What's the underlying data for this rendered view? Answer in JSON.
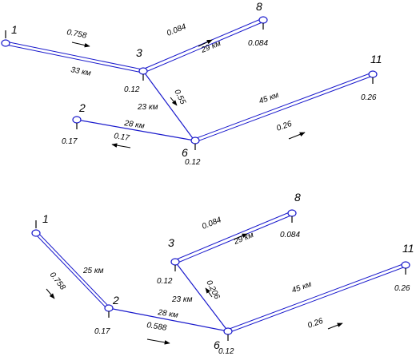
{
  "diagram_top": {
    "nodes": [
      {
        "id": "1",
        "label": "1",
        "load": ""
      },
      {
        "id": "3",
        "label": "3",
        "load": "0.12"
      },
      {
        "id": "8",
        "label": "8",
        "load": "0.084"
      },
      {
        "id": "2",
        "label": "2",
        "load": "0.17"
      },
      {
        "id": "6",
        "label": "6",
        "load": "0.12"
      },
      {
        "id": "11",
        "label": "11",
        "load": "0.26"
      }
    ],
    "edges": [
      {
        "from": "1",
        "to": "3",
        "length": "33 км",
        "flow": "0.758",
        "double": true
      },
      {
        "from": "3",
        "to": "8",
        "length": "29 км",
        "flow": "0.084",
        "double": true
      },
      {
        "from": "3",
        "to": "6",
        "length": "23 км",
        "flow": "0.55",
        "double": false
      },
      {
        "from": "2",
        "to": "6",
        "length": "28 км",
        "flow": "0.17",
        "double": false
      },
      {
        "from": "6",
        "to": "11",
        "length": "45 км",
        "flow": "0.26",
        "double": true
      }
    ]
  },
  "diagram_bottom": {
    "nodes": [
      {
        "id": "1",
        "label": "1",
        "load": ""
      },
      {
        "id": "2",
        "label": "2",
        "load": "0.17"
      },
      {
        "id": "3",
        "label": "3",
        "load": "0.12"
      },
      {
        "id": "8",
        "label": "8",
        "load": "0.084"
      },
      {
        "id": "6",
        "label": "6",
        "load": "0.12"
      },
      {
        "id": "11",
        "label": "11",
        "load": "0.26"
      }
    ],
    "edges": [
      {
        "from": "1",
        "to": "2",
        "length": "25 км",
        "flow": "0.758",
        "double": true
      },
      {
        "from": "3",
        "to": "8",
        "length": "29 км",
        "flow": "0.084",
        "double": true
      },
      {
        "from": "3",
        "to": "6",
        "length": "23 км",
        "flow": "0.206",
        "double": false
      },
      {
        "from": "2",
        "to": "6",
        "length": "28 км",
        "flow": "0.588",
        "double": false
      },
      {
        "from": "6",
        "to": "11",
        "length": "45 км",
        "flow": "0.26",
        "double": true
      }
    ]
  }
}
